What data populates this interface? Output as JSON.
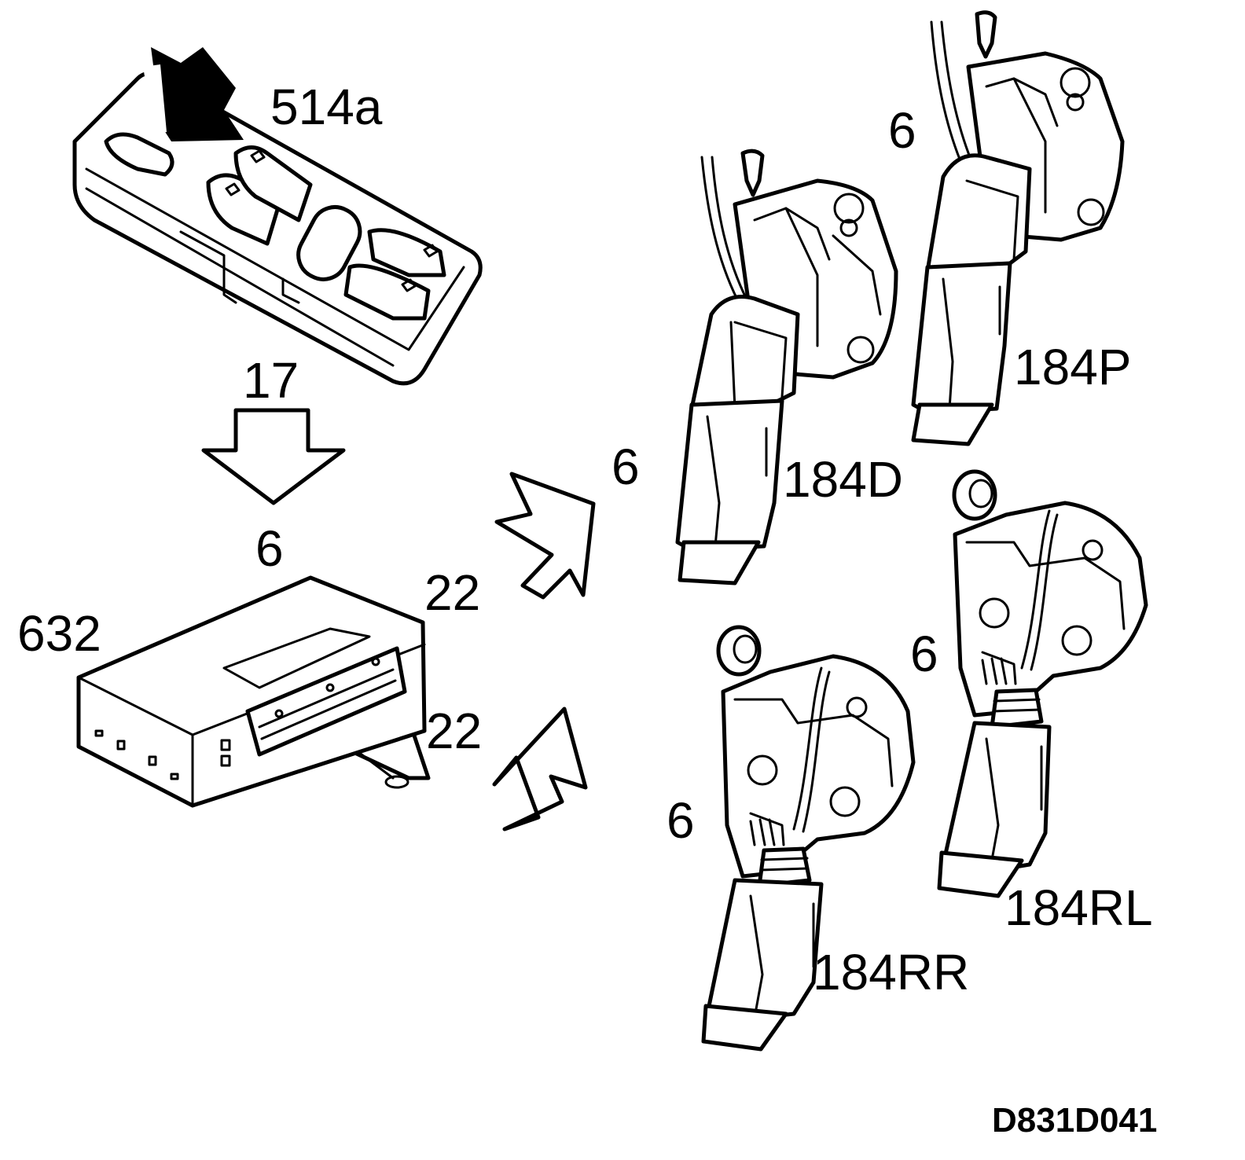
{
  "labels": {
    "switch_panel": "514a",
    "signal_17": "17",
    "signal_6_center": "6",
    "control_module": "632",
    "signal_22_top": "22",
    "signal_22_bottom": "22",
    "signal_6_d": "6",
    "lock_d": "184D",
    "signal_6_p": "6",
    "lock_p": "184P",
    "signal_6_rl": "6",
    "lock_rl": "184RL",
    "signal_6_rr": "6",
    "lock_rr": "184RR",
    "figure_code": "D831D041"
  },
  "colors": {
    "line": "#000000",
    "background": "#ffffff"
  }
}
